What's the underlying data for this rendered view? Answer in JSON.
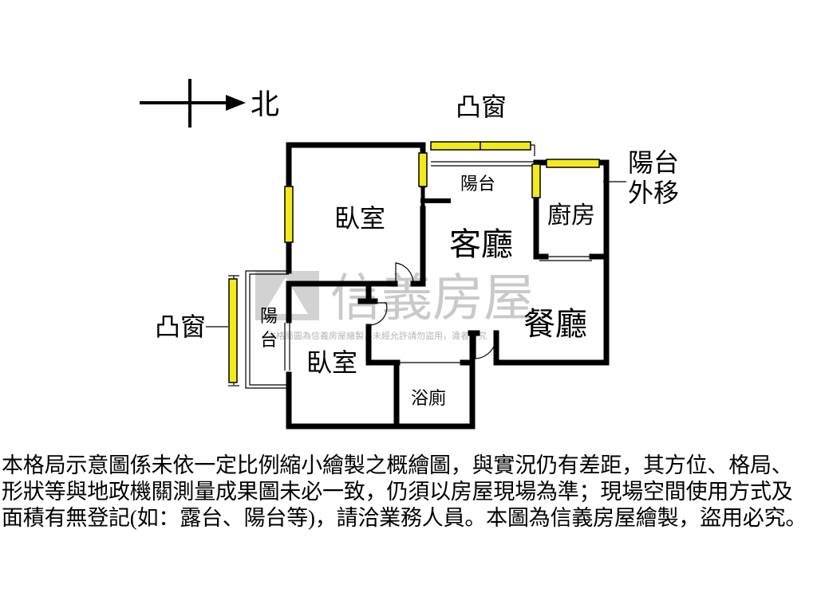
{
  "compass": {
    "direction_label": "北"
  },
  "rooms": {
    "bedroom_main": "臥室",
    "living_room": "客廳",
    "dining_room": "餐廳",
    "kitchen": "廚房",
    "bedroom_second": "臥室",
    "bathroom": "浴廁",
    "balcony_top": "陽台",
    "balcony_side_top": "陽",
    "balcony_side_bottom": "台"
  },
  "callouts": {
    "bay_window_top": "凸窗",
    "bay_window_left": "凸窗",
    "balcony_moved_line1": "陽台",
    "balcony_moved_line2": "外移"
  },
  "watermark": {
    "brand": "信義房屋",
    "notice": "本格局圖為信義房屋繪製，未經允許請勿盜用，違者必究"
  },
  "disclaimer": {
    "lines": [
      "本格局示意圖係未依一定比例縮小繪製之概繪圖，與實況仍有差距，其方位、格局、",
      "形狀等與地政機關測量成果圖未必一致，仍須以房屋現場為準；現場空間使用方式及",
      "面積有無登記(如：露台、陽台等)，請洽業務人員。本圖為信義房屋繪製，盜用必究。"
    ]
  },
  "colors": {
    "wall": "#000000",
    "window_fill": "#f2ea1c",
    "watermark": "#c9c9c9",
    "background": "#ffffff"
  }
}
